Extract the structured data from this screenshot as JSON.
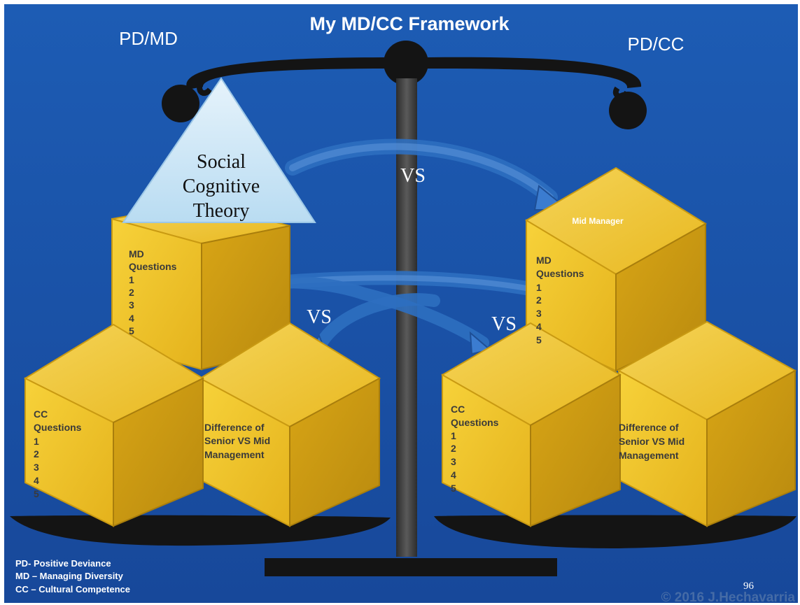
{
  "title": "My MD/CC Framework",
  "left_heading": "PD/MD",
  "right_heading": "PD/CC",
  "triangle_lines": [
    "Social",
    "Cognitive",
    "Theory"
  ],
  "vs_label": "VS",
  "left_stack": {
    "top_cube": {
      "heading_lines": [
        "MD",
        "Questions"
      ],
      "items": [
        "1",
        "2",
        "3",
        "4",
        "5"
      ]
    },
    "bottom_left_cube": {
      "heading_lines": [
        "CC",
        "Questions"
      ],
      "items": [
        "1",
        "2",
        "3",
        "4",
        "5"
      ]
    },
    "bottom_right_cube": {
      "text_lines": [
        "Difference of",
        "Senior VS Mid",
        "Management"
      ]
    }
  },
  "right_stack": {
    "top_cube": {
      "banner": "Mid Manager",
      "heading_lines": [
        "MD",
        "Questions"
      ],
      "items": [
        "1",
        "2",
        "3",
        "4",
        "5"
      ]
    },
    "bottom_left_cube": {
      "heading_lines": [
        "CC",
        "Questions"
      ],
      "items": [
        "1",
        "2",
        "3",
        "4",
        "5"
      ]
    },
    "bottom_right_cube": {
      "text_lines": [
        "Difference of",
        "Senior VS Mid",
        "Management"
      ]
    }
  },
  "legend": [
    "PD- Positive Deviance",
    "MD – Managing Diversity",
    "CC – Cultural Competence"
  ],
  "page_number": "96",
  "copyright": "© 2016 J.Hechavarria",
  "colors": {
    "background": "#1a54a8",
    "scale": "#141414",
    "pole": "#4a4a4a",
    "cube_face": "#f2c428",
    "cube_text": "#3a3a3a",
    "triangle": "#c9e4f5",
    "arrow": "#2e6fc0"
  }
}
